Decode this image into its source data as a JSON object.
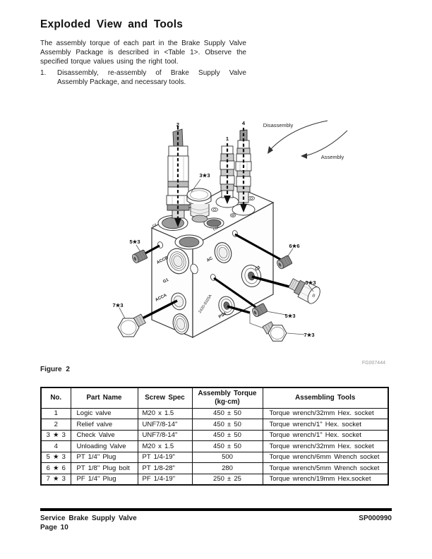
{
  "doc": {
    "title": "Exploded View and Tools",
    "intro_lines": [
      "The assembly torque of each part in the Brake Supply Valve",
      "Assembly Package is described in <Table 1>. Observe the",
      "specified torque values using the right tool."
    ],
    "list_number": "1.",
    "list_lines": [
      "Disassembly, re-assembly of Brake Supply Valve",
      "Assembly Package, and necessary tools."
    ]
  },
  "figure": {
    "caption": "Figure 2",
    "code": "FG007444",
    "disassembly": "Disassembly",
    "assembly": "Assembly",
    "callouts": {
      "item2": "2",
      "item1": "1",
      "item4": "4",
      "check33": "3★3",
      "plug53_left": "5★3",
      "plug66": "6★6",
      "plug33_right": "3★3",
      "plug53_bottom": "5★3",
      "plug73_right": "7★3",
      "plug73_left": "7★3"
    },
    "ports": {
      "accb": "ACCB",
      "g1": "G1",
      "acca": "ACCA",
      "ac": "AC",
      "ps4": "PS4",
      "c3": "C3",
      "c2": "C2",
      "c5a": "C5A"
    },
    "block_number": "2420-9325A",
    "plug_face_mark": "B"
  },
  "table": {
    "headers": {
      "no": "No.",
      "part": "Part Name",
      "screw": "Screw Spec",
      "torque1": "Assembly Torque",
      "torque2": "(kg·cm)",
      "tools": "Assembling Tools"
    },
    "rows": [
      {
        "no": "1",
        "part": "Logic valve",
        "screw": "M20 x 1.5",
        "torque": "450 ± 50",
        "tools": "Torque wrench/32mm Hex. socket"
      },
      {
        "no": "2",
        "part": "Relief valve",
        "screw": "UNF7/8-14\"",
        "torque": "450 ± 50",
        "tools": "Torque wrench/1\" Hex. socket"
      },
      {
        "no": "3 ★ 3",
        "part": "Check Valve",
        "screw": "UNF7/8-14\"",
        "torque": "450 ± 50",
        "tools": "Torque wrench/1\" Hex. socket"
      },
      {
        "no": "4",
        "part": "Unloading Valve",
        "screw": "M20 x 1.5",
        "torque": "450 ± 50",
        "tools": "Torque wrench/32mm Hex. socket"
      },
      {
        "no": "5 ★ 3",
        "part": "PT 1/4\" Plug",
        "screw": "PT 1/4-19\"",
        "torque": "500",
        "tools": "Torque wrench/6mm Wrench socket"
      },
      {
        "no": "6 ★ 6",
        "part": "PT 1/8\" Plug bolt",
        "screw": "PT 1/8-28\"",
        "torque": "280",
        "tools": "Torque wrench/5mm Wrench socket"
      },
      {
        "no": "7 ★ 3",
        "part": "PF 1/4\" Plug",
        "screw": "PF 1/4-19\"",
        "torque": "250 ± 25",
        "tools": "Torque wrench/19mm Hex.socket"
      }
    ]
  },
  "footer": {
    "product": "Service Brake Supply Valve",
    "page": "Page 10",
    "code": "SP000990"
  }
}
